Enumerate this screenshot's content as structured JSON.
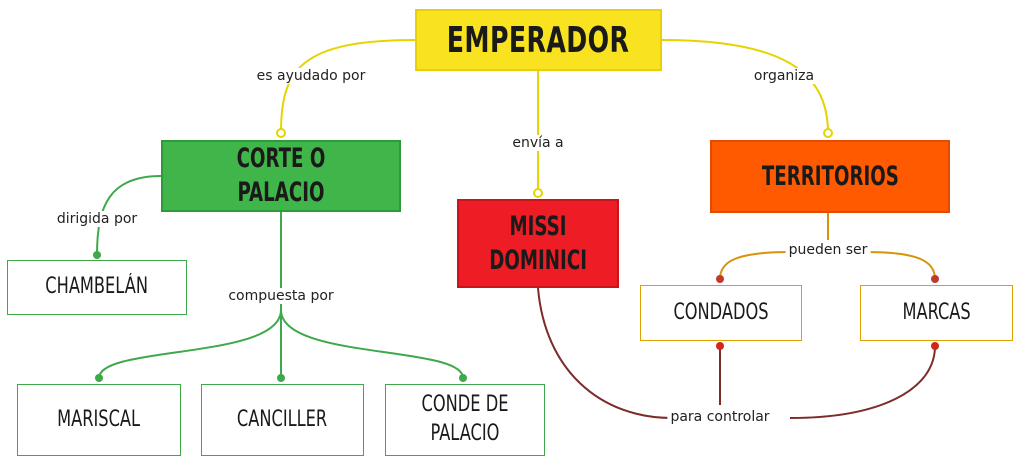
{
  "nodes": {
    "emperador": "EMPERADOR",
    "corte": "CORTE O PALACIO",
    "missi_line1": "MISSI",
    "missi_line2": "DOMINICI",
    "territorios": "TERRITORIOS",
    "chambelan": "CHAMBELÁN",
    "condados": "CONDADOS",
    "marcas": "MARCAS",
    "mariscal": "MARISCAL",
    "canciller": "CANCILLER",
    "conde_line1": "CONDE DE",
    "conde_line2": "PALACIO"
  },
  "links": {
    "es_ayudado_por": "es ayudado por",
    "envia_a": "envía a",
    "organiza": "organiza",
    "dirigida_por": "dirigida por",
    "compuesta_por": "compuesta por",
    "pueden_ser": "pueden ser",
    "para_controlar": "para controlar"
  },
  "colors": {
    "yellow": "#f9e21f",
    "green": "#3fb54a",
    "red": "#ee1c24",
    "orange": "#ff5a00",
    "yellow_link": "#e6d400",
    "green_link": "#3fa84a",
    "orange_link": "#d9930a",
    "maroon_link": "#7d2b2b"
  }
}
